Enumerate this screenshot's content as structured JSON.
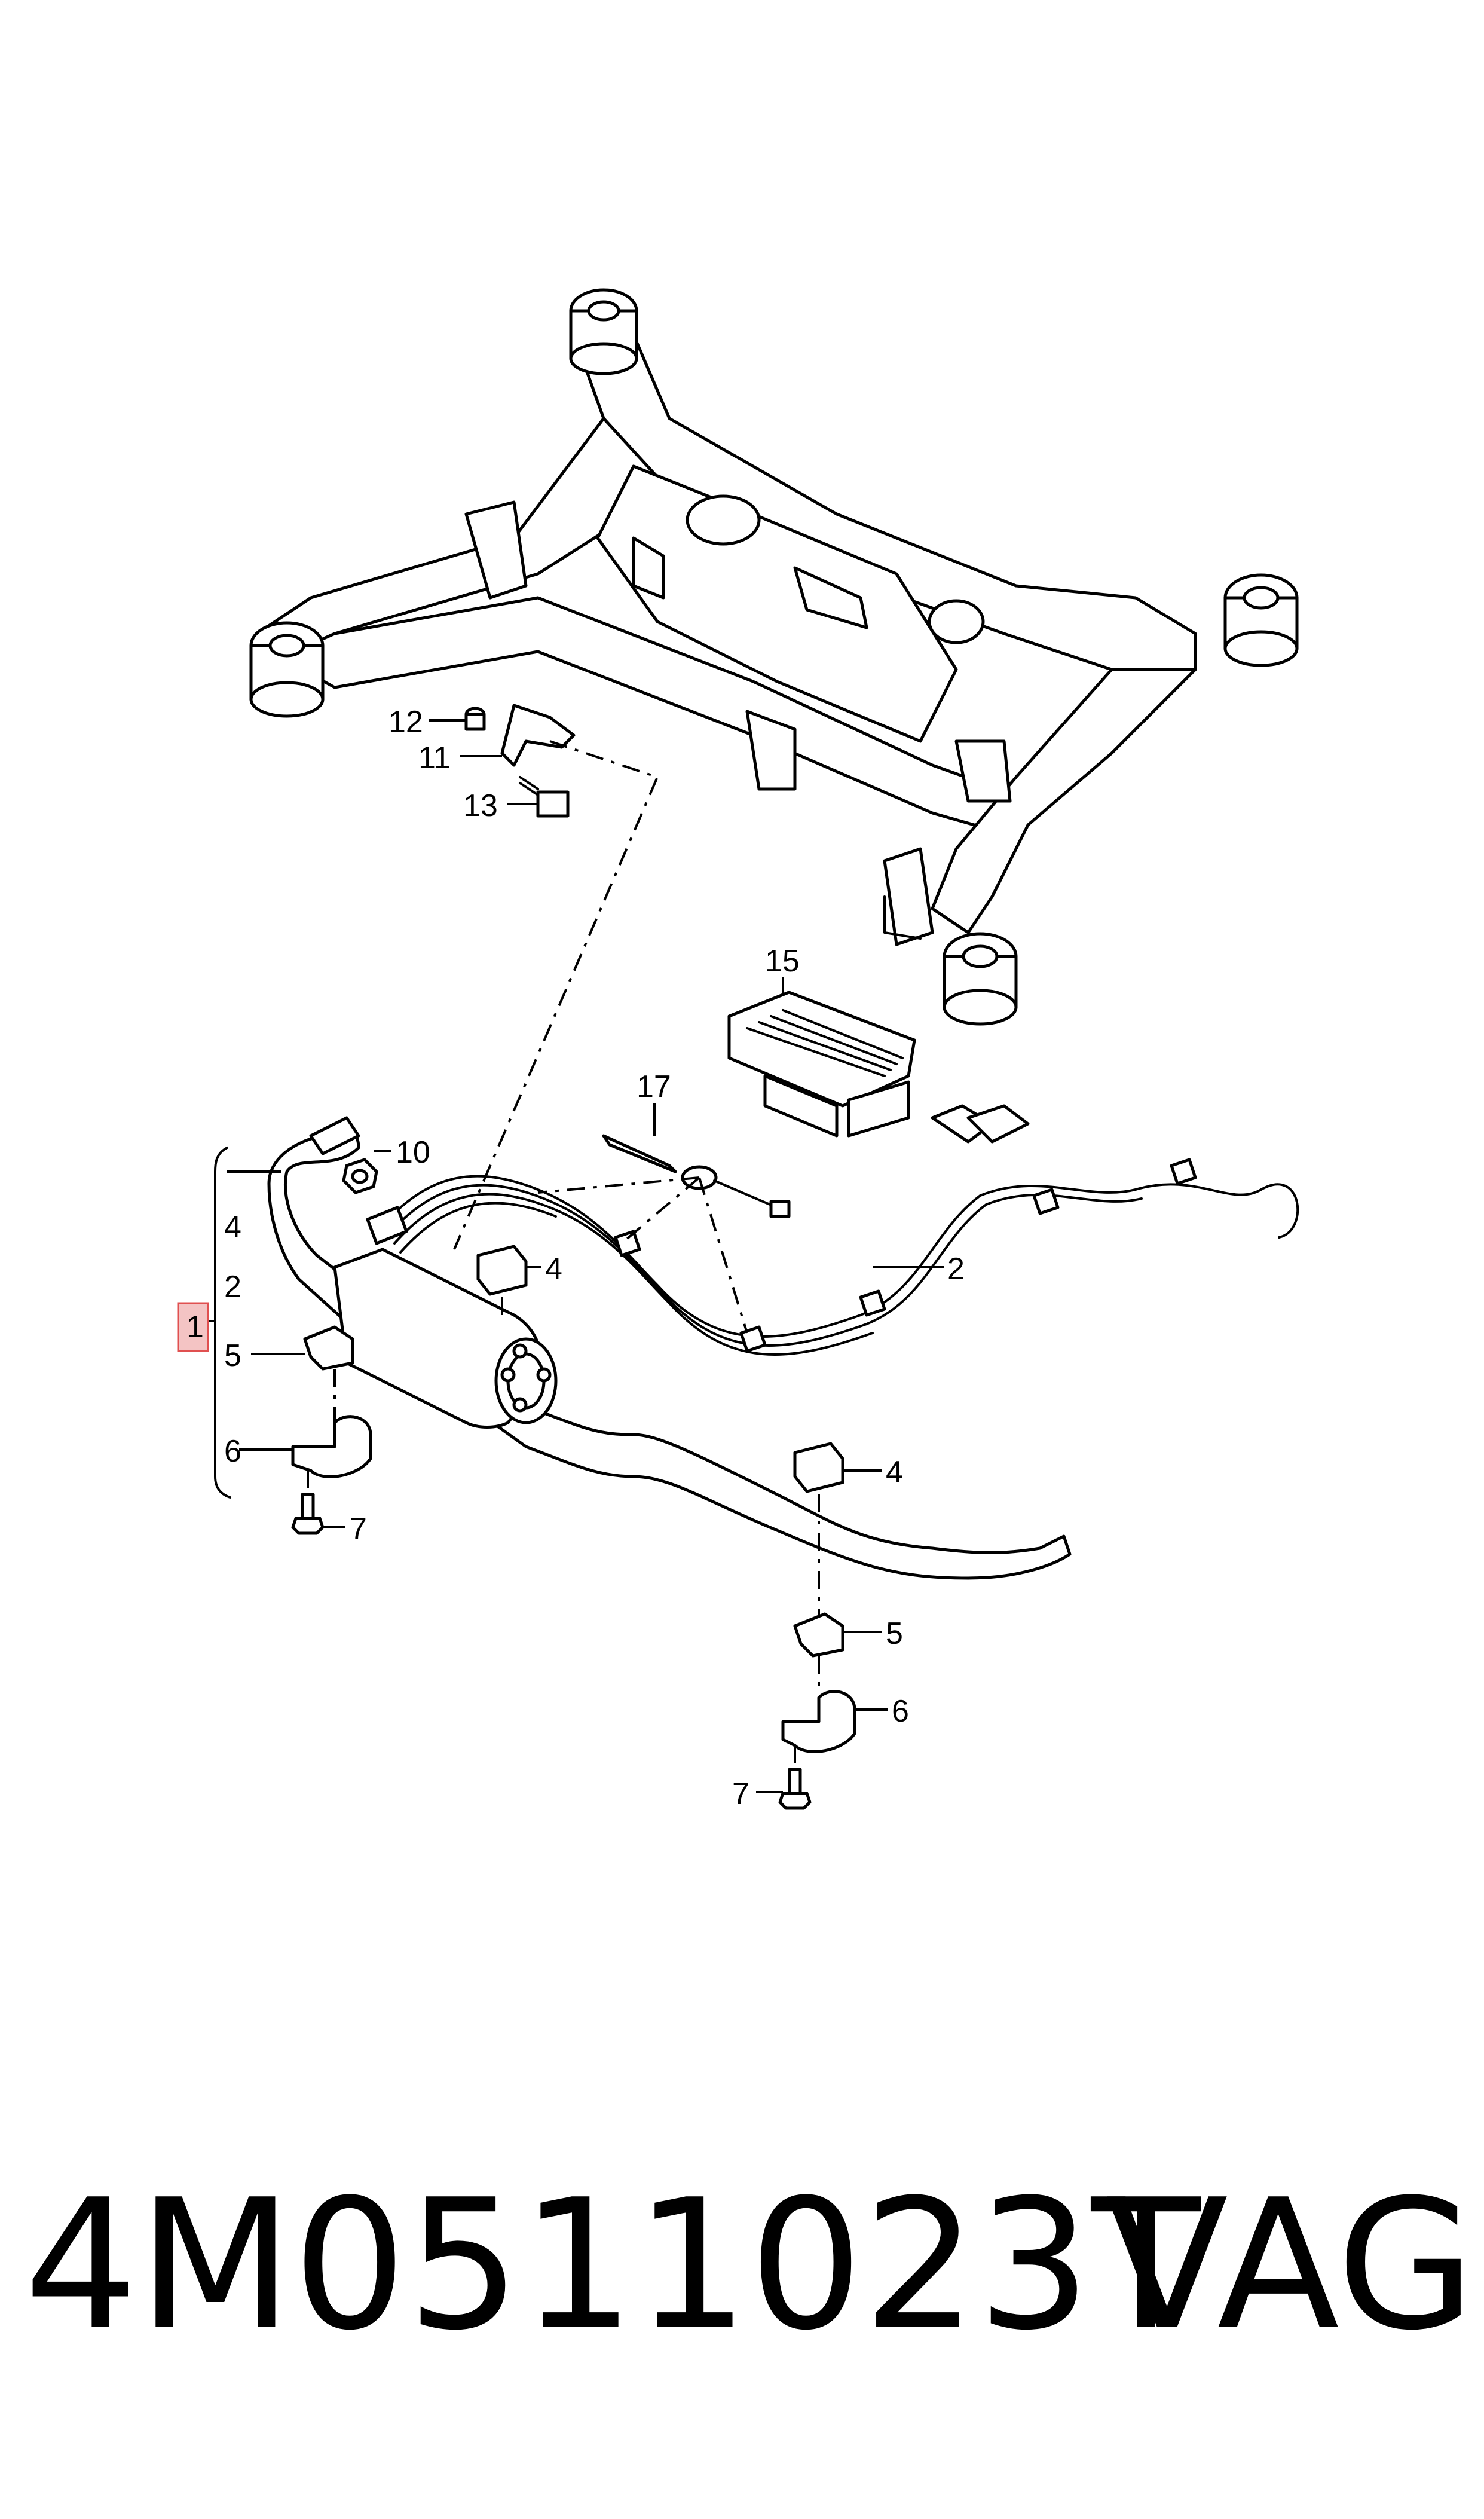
{
  "diagram": {
    "callouts": {
      "c1": "1",
      "c2_left": "2",
      "c2_right": "2",
      "c4_left": "4",
      "c4_mid": "4",
      "c4_right": "4",
      "c5_left": "5",
      "c5_right": "5",
      "c6_left": "6",
      "c6_right": "6",
      "c7_left": "7",
      "c7_right": "7",
      "c10": "10",
      "c11": "11",
      "c12": "12",
      "c13": "13",
      "c15": "15",
      "c17": "17"
    },
    "highlight_color": "#f4c4c4",
    "highlight_border": "#e05050"
  },
  "footer": {
    "part_number": "4M0511023T",
    "brand": "VAG"
  }
}
